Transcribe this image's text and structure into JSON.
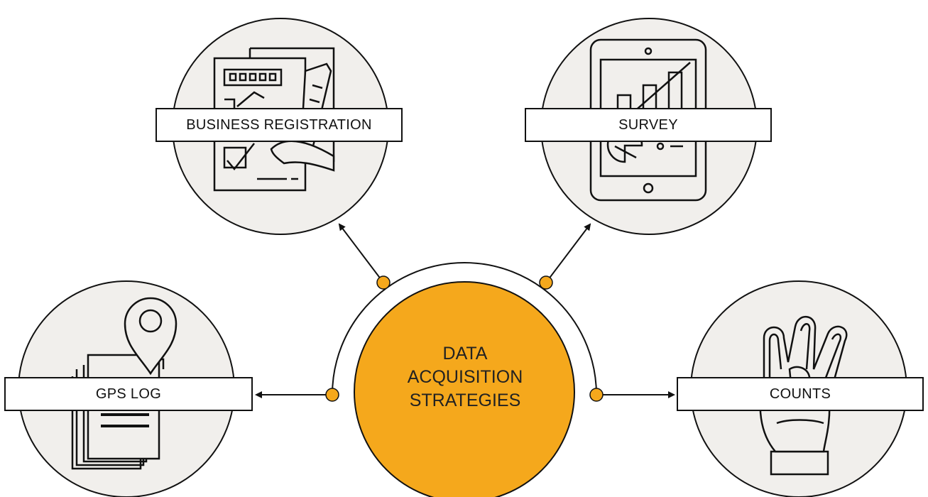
{
  "center": {
    "line1": "DATA",
    "line2": "ACQUISITION",
    "line3": "STRATEGIES"
  },
  "nodes": {
    "business": {
      "label": "BUSINESS REGISTRATION",
      "icon": "registration-form-icon"
    },
    "survey": {
      "label": "SURVEY",
      "icon": "tablet-chart-icon"
    },
    "gps": {
      "label": "GPS LOG",
      "icon": "location-pin-document-icon"
    },
    "counts": {
      "label": "COUNTS",
      "icon": "hand-counting-icon"
    }
  },
  "colors": {
    "accent": "#F5A81C",
    "node_fill": "#F1EFEC",
    "stroke": "#111111"
  }
}
